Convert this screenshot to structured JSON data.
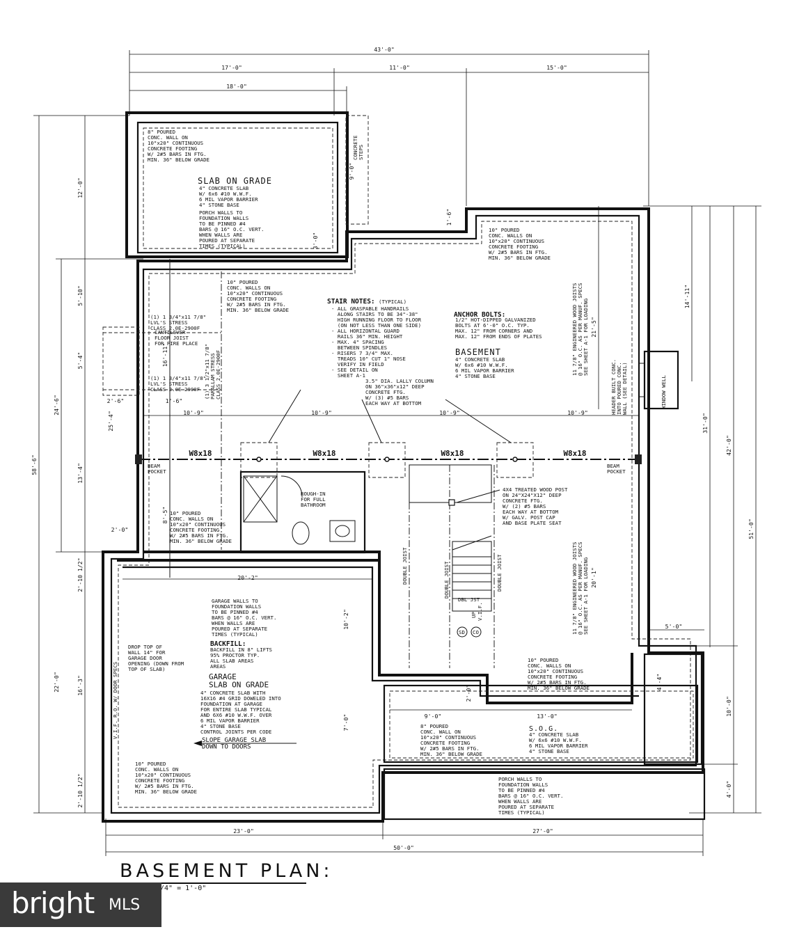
{
  "title": "BASEMENT PLAN:",
  "scale": "1/4\" = 1'-0\"",
  "logo": {
    "word": "bright",
    "suffix": "MLS"
  },
  "dimensions": {
    "overall_top": "43'-0\"",
    "top_17": "17'-0\"",
    "top_11": "11'-0\"",
    "top_15": "15'-0\"",
    "top_18": "18'-0\"",
    "left_12": "12'-0\"",
    "left_58_6": "58'-6\"",
    "left_24_6": "24'-6\"",
    "left_5_10": "5'-10\"",
    "left_5_4": "5'-4\"",
    "left_25_4": "25'-4\"",
    "left_13_4": "13'-4\"",
    "left_22": "22'-0\"",
    "left_2_10a": "2'-10 1/2\"",
    "left_16_3": "16'-3\"",
    "left_2_10b": "2'-10 1/2\"",
    "two_0": "2'-0\"",
    "two_6": "2'-6\"",
    "one_6": "1'-6\"",
    "sixteen_11": "16'-11\"",
    "three_0": "3'-0\"",
    "nine_0_steps": "9'-0\"",
    "one_6_steps": "1'-6\"",
    "beam_1": "10'-9\"",
    "beam_2": "10'-9\"",
    "beam_3": "10'-9\"",
    "beam_4": "10'-9\"",
    "eight_5": "8'-5\"",
    "garage_20_2": "20'-2\"",
    "ten_2": "10'-2\"",
    "seven_0": "7'-0\"",
    "sog_2_0": "2'-0\"",
    "sog_9_0": "9'-0\"",
    "sog_13_0": "13'-0\"",
    "bottom_23": "23'-0\"",
    "bottom_27": "27'-0\"",
    "bottom_50": "50'-0\"",
    "right_14_11": "14'-11\"",
    "right_21_5": "21'-5\"",
    "right_31": "31'-0\"",
    "right_42": "42'-0\"",
    "right_51": "51'-0\"",
    "right_20_1": "20'-1\"",
    "right_5_0": "5'-0\"",
    "right_4_4": "4'-4\"",
    "right_10_0": "10'-0\"",
    "right_4_0": "4'-0\""
  },
  "labels": {
    "beam_w8x18_1": "W8x18",
    "beam_w8x18_2": "W8x18",
    "beam_w8x18_3": "W8x18",
    "beam_w8x18_4": "W8x18",
    "beam_pocket_left": [
      "BEAM",
      "POCKET"
    ],
    "beam_pocket_right": [
      "BEAM",
      "POCKET"
    ],
    "concrete_steps": [
      "CONCRETE",
      "STEPS"
    ],
    "window_well": "WINDOW WELL",
    "double_joist_1": "DOUBLE JOIST",
    "double_joist_2": "DOUBLE JOIST",
    "double_joist_3": "DOUBLE JOIST",
    "dbl_jst": "DBL JST",
    "up": "UP",
    "vif": "V.I.F.",
    "sd": "SD",
    "co": "CO",
    "vif_door": "V.I.F. R.O. W/ DOOR SPECS",
    "slope_garage": [
      "SLOPE GARAGE SLAB",
      "DOWN TO DOORS"
    ],
    "rough_in": [
      "ROUGH-IN",
      "FOR FULL",
      "BATHROOM"
    ],
    "cantilever": [
      "CANTILEVER",
      "FLOOR JOIST",
      "FOR FIRE PLACE"
    ],
    "header_built": [
      "HEADER BUILT CONC.",
      "INTO POURED CONC.",
      "WALL (SEE DETAIL)"
    ],
    "parallam": [
      "(1) 3 1/2\"x11 7/8\"",
      "PARALLAM STRESS",
      "CLASS 2.0E-2900F"
    ]
  },
  "notes": {
    "porch_top": [
      "8\" POURED",
      "CONC. WALL ON",
      "10\"x20\" CONTINUOUS",
      "CONCRETE FOOTING",
      "W/ 2#5 BARS IN FTG.",
      "MIN. 36\" BELOW GRADE"
    ],
    "slab_title": "SLAB ON GRADE",
    "slab_body": [
      "4\" CONCRETE SLAB",
      "W/ 6x6 #10 W.W.F.",
      "6 MIL VAPOR BARRIER",
      "4\" STONE BASE"
    ],
    "porch_walls_top": [
      "PORCH WALLS TO",
      "FOUNDATION WALLS",
      "TO BE PINNED #4",
      "BARS @ 16\" O.C. VERT.",
      "WHEN WALLS ARE",
      "POURED AT SEPARATE",
      "TIMES (TYPICAL)"
    ],
    "ten_poured_right": [
      "10\" POURED",
      "CONC. WALLS ON",
      "10\"x20\" CONTINUOUS",
      "CONCRETE FOOTING",
      "W/ 2#5 BARS IN FTG.",
      "MIN. 36\" BELOW GRADE"
    ],
    "ten_poured_left": [
      "10\" POURED",
      "CONC. WALLS ON",
      "10\"x20\" CONTINUOUS",
      "CONCRETE FOOTING",
      "W/ 2#5 BARS IN FTG.",
      "MIN. 36\" BELOW GRADE"
    ],
    "lvl_1": [
      "(1) 1 3/4\"x11 7/8\"",
      "LVL'S STRESS",
      "CLASS 2.0E-2900F"
    ],
    "lvl_2": [
      "(1) 1 3/4\"x11 7/8\"",
      "LVL'S STRESS",
      "CLASS 2.0E-2900F"
    ],
    "stair_title": "STAIR NOTES:",
    "stair_typ": "(TYPICAL)",
    "stair_body": [
      "- ALL GRASPABLE HANDRAILS",
      "  ALONG STAIRS TO BE 34\"-38\"",
      "  HIGH RUNNING FLOOR TO FLOOR",
      "  (ON NOT LESS THAN ONE SIDE)",
      "- ALL HORIZONTAL GUARD",
      "  RAILS 36\" MIN. HEIGHT",
      "- MAX. 4\" SPACING",
      "  BETWEEN SPINDLES",
      "- RISERS 7 3/4\" MAX.",
      "  TREADS 10\" CUT 1\" NOSE",
      "  VERIFY IN FIELD",
      "- SEE DETAIL ON",
      "  SHEET A-1"
    ],
    "anchor_title": "ANCHOR BOLTS:",
    "anchor_body": [
      "1/2\" HOT-DIPPED GALVANIZED",
      "BOLTS AT 6'-0\" O.C. TYP.",
      "MAX. 12\" FROM CORNERS AND",
      "MAX. 12\" FROM ENDS OF PLATES"
    ],
    "basement_title": "BASEMENT",
    "basement_body": [
      "4\" CONCRETE SLAB",
      "W/ 6x6 #10 W.W.F.",
      "6 MIL VAPOR BARRIER",
      "4\" STONE BASE"
    ],
    "lally": [
      "3.5\" DIA. LALLY COLUMN",
      "ON 36\"x36\"x12\" DEEP",
      "CONCRETE FTG.",
      "W/ (3) #5 BARS",
      "EACH WAY AT BOTTOM"
    ],
    "joists_top": [
      "11 7/8\" ENGINEERED WOOD JOISTS",
      "@ 16\" O.C. AS PER MANUF. SPECS",
      "SEE SHEET A-1 FOR LOADING"
    ],
    "joists_bottom": [
      "11 7/8\" ENGINEERED WOOD JOISTS",
      "@ 16\" O.C. AS PER MANUF. SPECS",
      "SEE SHEET A-1 FOR LOADING"
    ],
    "post": [
      "4X4 TREATED WOOD POST",
      "ON 24\"X24\"X12\" DEEP",
      "CONCRETE FTG.",
      "W/ (2) #5 BARS",
      "EACH WAY AT BOTTOM",
      "W/ GALV. POST CAP",
      "AND BASE PLATE SEAT"
    ],
    "garage_walls": [
      "GARAGE WALLS TO",
      "FOUNDATION WALLS",
      "TO BE PINNED #4",
      "BARS @ 16\" O.C. VERT.",
      "WHEN WALLS ARE",
      "POURED AT SEPARATE",
      "TIMES (TYPICAL)"
    ],
    "backfill_title": "BACKFILL:",
    "backfill_body": [
      "BACKFILL IN 8\" LIFTS",
      "95% PROCTOR TYP.",
      "ALL SLAB AREAS",
      "AREAS"
    ],
    "drop_top": [
      "DROP TOP OF",
      "WALL 14\" FOR",
      "GARAGE DOOR",
      "OPENING (DOWN FROM",
      "TOP OF SLAB)"
    ],
    "garage_title": [
      "GARAGE",
      "SLAB ON GRADE"
    ],
    "garage_body": [
      "4\" CONCRETE SLAB WITH",
      "16X16 #4 GRID DOWELED INTO",
      "FOUNDATION AT GARAGE",
      "FOR ENTIRE SLAB TYPICAL",
      "AND 6X6 #10 W.W.F. OVER",
      "6 MIL VAPOR BARRIER",
      "4\" STONE BASE",
      "CONTROL JOINTS PER CODE"
    ],
    "ten_poured_garage": [
      "10\" POURED",
      "CONC. WALLS ON",
      "10\"x20\" CONTINUOUS",
      "CONCRETE FOOTING",
      "W/ 2#5 BARS IN FTG.",
      "MIN. 36\" BELOW GRADE"
    ],
    "ten_poured_bottom": [
      "10\" POURED",
      "CONC. WALLS ON",
      "10\"x20\" CONTINUOUS",
      "CONCRETE FOOTING",
      "W/ 2#5 BARS IN FTG.",
      "MIN. 36\" BELOW GRADE"
    ],
    "eight_poured_bottom": [
      "8\" POURED",
      "CONC. WALL ON",
      "10\"x20\" CONTINUOUS",
      "CONCRETE FOOTING",
      "W/ 2#5 BARS IN FTG.",
      "MIN. 36\" BELOW GRADE"
    ],
    "sog_title": "S.O.G.",
    "sog_body": [
      "4\" CONCRETE SLAB",
      "W/ 6x6 #10 W.W.F.",
      "6 MIL VAPOR BARRIER",
      "4\" STONE BASE"
    ],
    "porch_walls_bottom": [
      "PORCH WALLS TO",
      "FOUNDATION WALLS",
      "TO BE PINNED #4",
      "BARS @ 16\" O.C. VERT.",
      "WHEN WALLS ARE",
      "POURED AT SEPARATE",
      "TIMES (TYPICAL)"
    ]
  }
}
